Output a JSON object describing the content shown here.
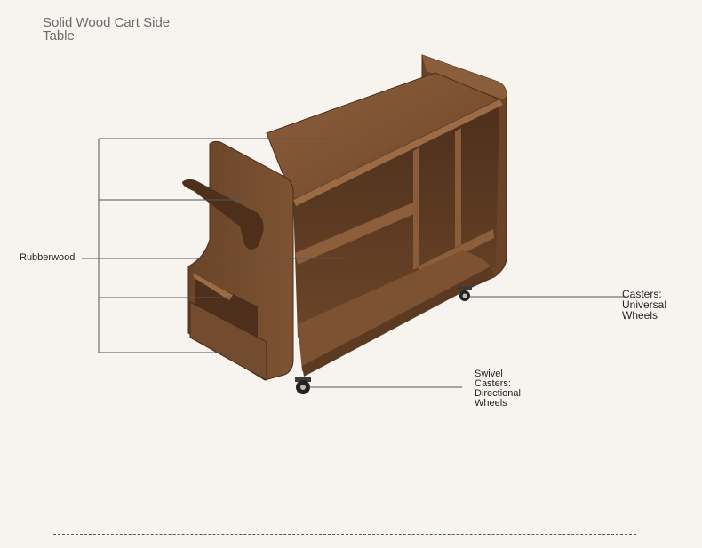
{
  "title": "Solid Wood Cart Side Table",
  "callouts": {
    "material": "Rubberwood",
    "universal_casters": "Casters: Universal Wheels",
    "swivel_casters": "Swivel Casters: Directional Wheels"
  },
  "colors": {
    "background": "#f7f4f0",
    "wood_dark": "#5c3a22",
    "wood_mid": "#7b5233",
    "wood_light": "#9a6b45",
    "line": "#555555"
  }
}
